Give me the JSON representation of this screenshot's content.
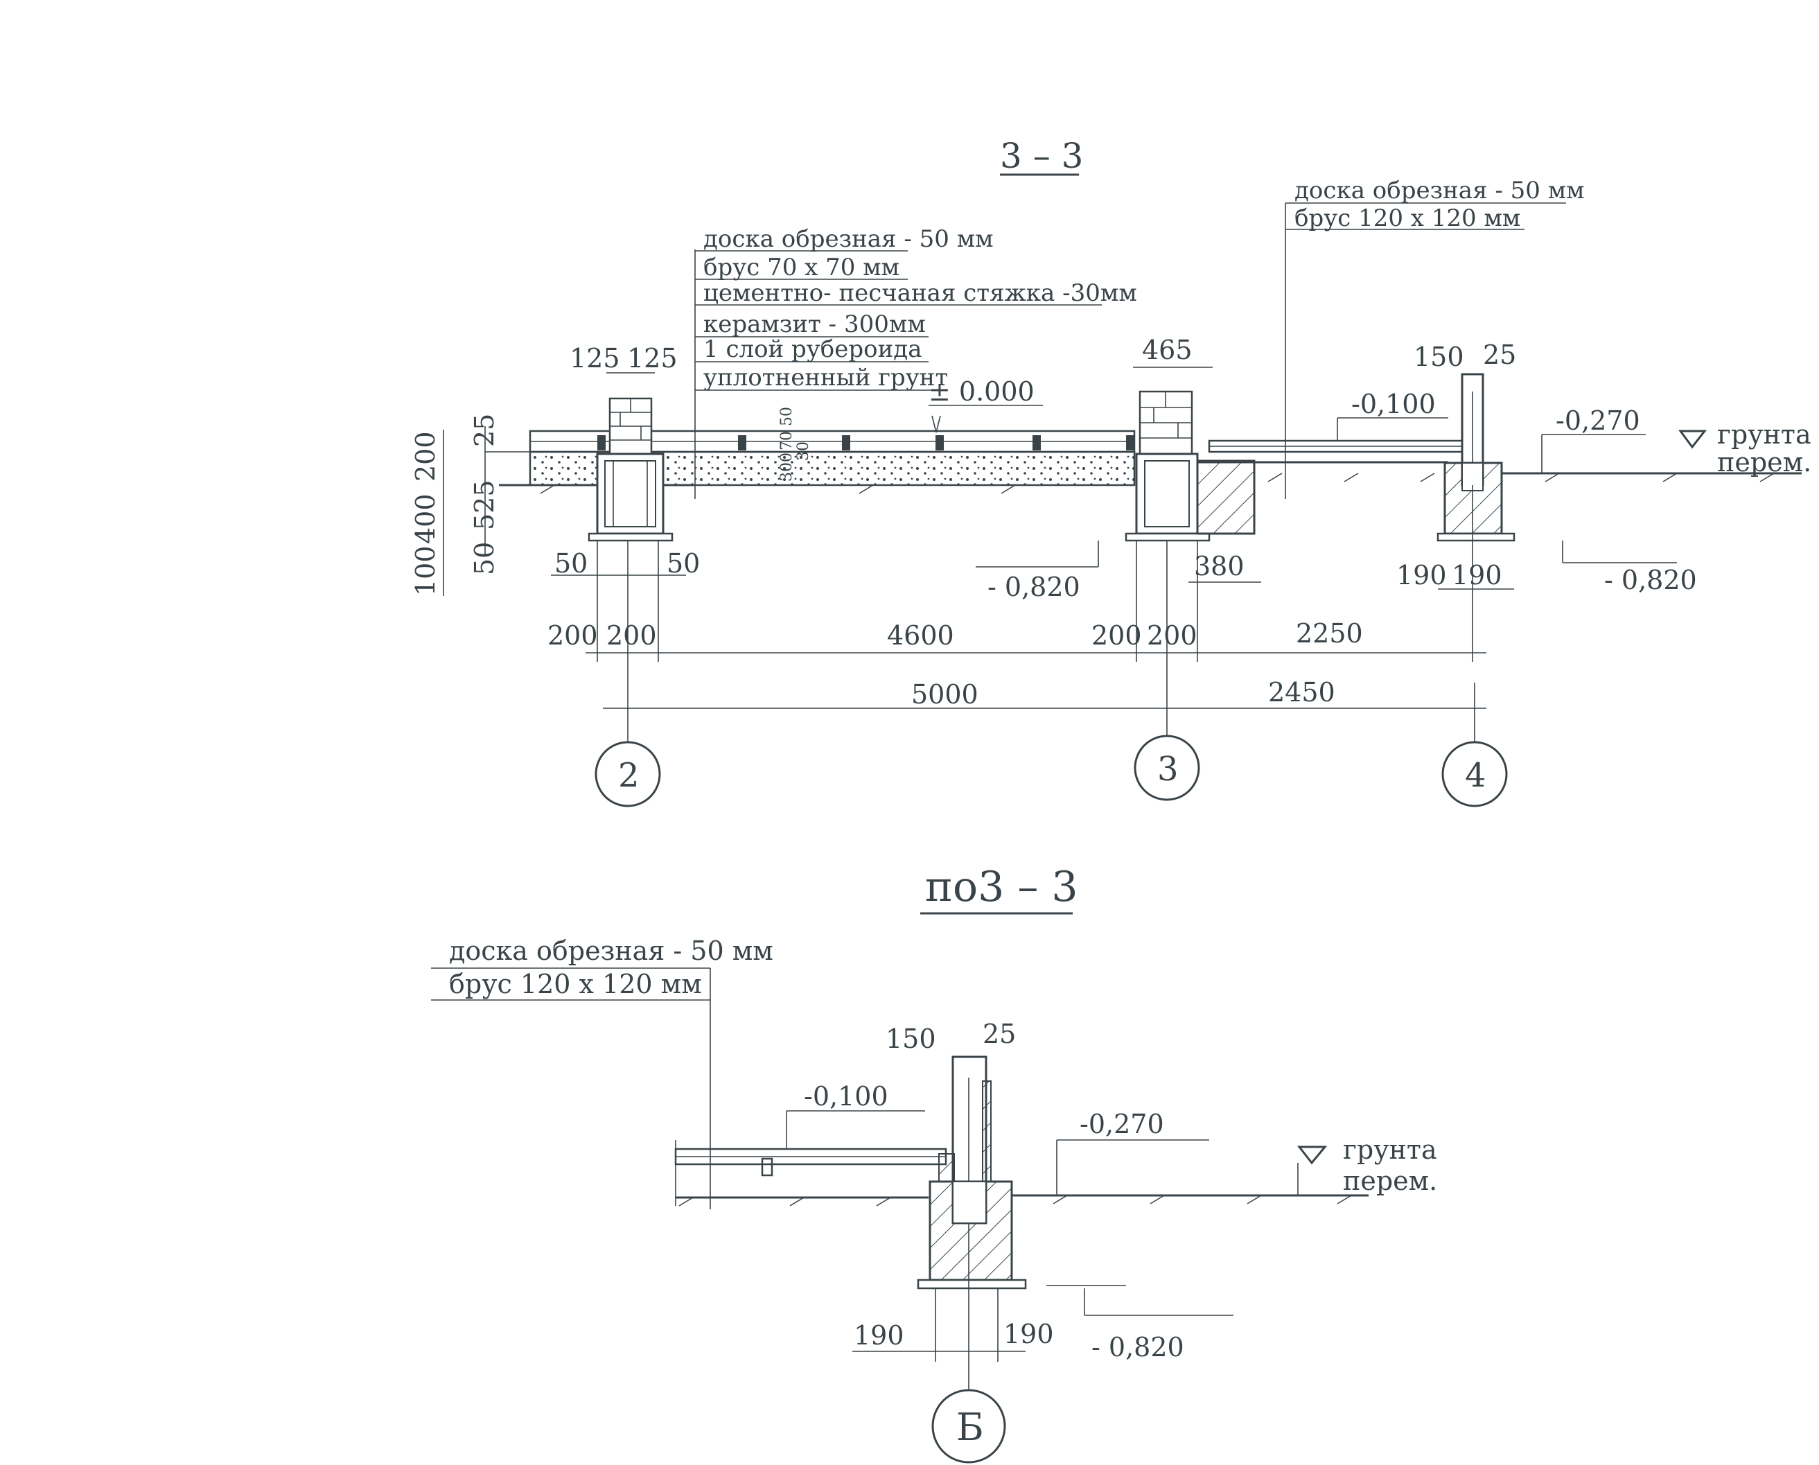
{
  "section1": {
    "title": "3 – 3",
    "notes_left": [
      "доска  обрезная  - 50 мм",
      "брус   70 x 70 мм",
      "цементно- песчаная  стяжка   -30мм",
      "керамзит  - 300мм",
      "1 слой рубероида",
      "уплотненный   грунт"
    ],
    "notes_right": [
      "доска  обрезная  - 50 мм",
      "брус   120 x 120 мм"
    ],
    "level_zero": "± 0.000",
    "level_m0100": "-0,100",
    "level_m0270": "-0,270",
    "level_m0820_a": "- 0,820",
    "level_m0820_b": "- 0,820",
    "ground_1": "грунта",
    "ground_2": "перем.",
    "vertical_dims": [
      "25",
      "200",
      "525",
      "400",
      "50",
      "100"
    ],
    "small_layers": "300",
    "small_layers_b": "70",
    "small_layers_c": "50",
    "small_layers_d": "30",
    "dim_125a": "125",
    "dim_125b": "125",
    "dim_465": "465",
    "dim_150": "150",
    "dim_25": "25",
    "dim_50a": "50",
    "dim_50b": "50",
    "dim_380": "380",
    "dim_190a": "190",
    "dim_190b": "190",
    "row1": [
      "200",
      "200",
      "4600",
      "200",
      "200",
      "2250"
    ],
    "row2": [
      "5000",
      "2450"
    ],
    "axes": [
      "2",
      "3",
      "4"
    ]
  },
  "section2": {
    "title": "по3 – 3",
    "notes": [
      "доска  обрезная  - 50 мм",
      "брус   120 x 120 мм"
    ],
    "dim_150": "150",
    "dim_25": "25",
    "level_m0100": "-0,100",
    "level_m0270": "-0,270",
    "level_m0820": "- 0,820",
    "ground_1": "грунта",
    "ground_2": "перем.",
    "dim_190a": "190",
    "dim_190b": "190",
    "axis": "Б"
  }
}
